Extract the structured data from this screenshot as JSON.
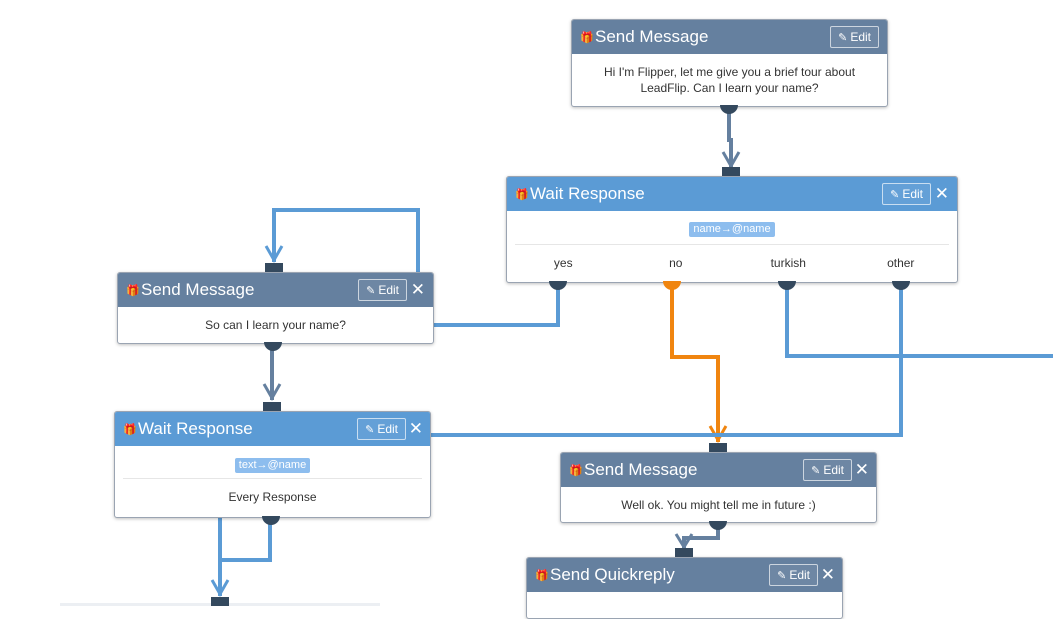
{
  "nodes": {
    "send1": {
      "title": "Send Message",
      "edit_label": "Edit",
      "message": "Hi I'm Flipper, let me give you a brief tour about LeadFlip. Can I learn your name?"
    },
    "wait1": {
      "title": "Wait Response",
      "edit_label": "Edit",
      "close_label": "✕",
      "variable_tag": "name→@name",
      "options": [
        "yes",
        "no",
        "turkish",
        "other"
      ]
    },
    "send2": {
      "title": "Send Message",
      "edit_label": "Edit",
      "close_label": "✕",
      "message": "So can I learn your name?"
    },
    "wait2": {
      "title": "Wait Response",
      "edit_label": "Edit",
      "close_label": "✕",
      "variable_tag": "text→@name",
      "option": "Every Response"
    },
    "send3": {
      "title": "Send Message",
      "edit_label": "Edit",
      "close_label": "✕",
      "message": "Well ok. You might tell me in future :)"
    },
    "quick1": {
      "title": "Send Quickreply",
      "edit_label": "Edit",
      "close_label": "✕"
    }
  },
  "colors": {
    "send_header": "#65809f",
    "wait_header": "#5b9bd5",
    "wire_blue": "#5b9bd5",
    "wire_slate": "#65809f",
    "wire_orange": "#f0850f",
    "port": "#34495e"
  },
  "icons": {
    "node_icon": "gift-icon",
    "edit_icon": "pencil-icon",
    "close_icon": "close-icon"
  }
}
